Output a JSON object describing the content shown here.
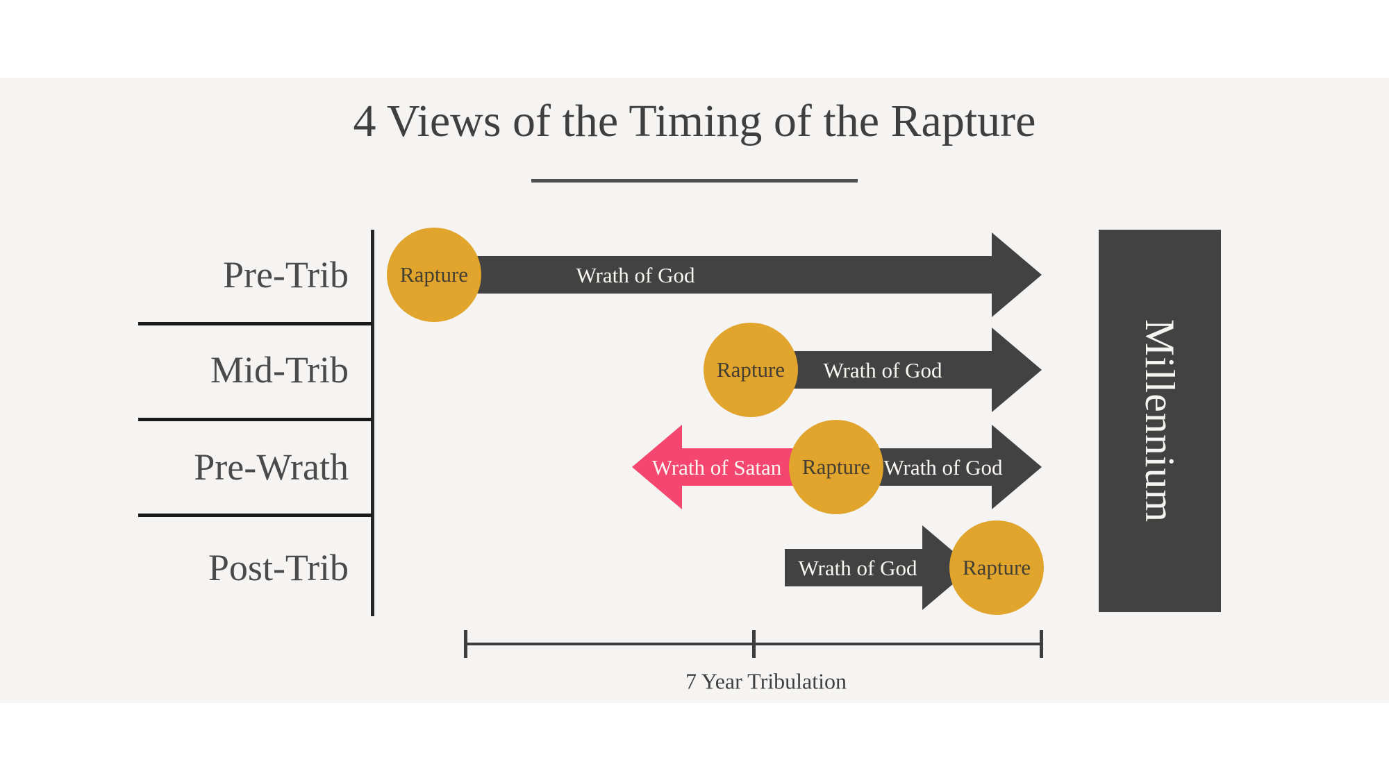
{
  "title": "4 Views of the Timing of the Rapture",
  "rows": {
    "pre_trib": {
      "label": "Pre-Trib",
      "rapture": "Rapture",
      "wrath_right": "Wrath of God"
    },
    "mid_trib": {
      "label": "Mid-Trib",
      "rapture": "Rapture",
      "wrath_right": "Wrath of God"
    },
    "pre_wrath": {
      "label": "Pre-Wrath",
      "rapture": "Rapture",
      "wrath_left": "Wrath of Satan",
      "wrath_right": "Wrath of God"
    },
    "post_trib": {
      "label": "Post-Trib",
      "rapture": "Rapture",
      "wrath_right": "Wrath of God"
    }
  },
  "millennium_label": "Millennium",
  "timeline": {
    "label": "7 Year Tribulation"
  },
  "colors": {
    "background_band": "#F5F4F2",
    "arrow_dark": "#424242",
    "arrow_pink": "#F4466E",
    "circle_gold": "#E1A42C",
    "title_text": "#3F3F3F",
    "light_text": "#FAF7F3"
  }
}
